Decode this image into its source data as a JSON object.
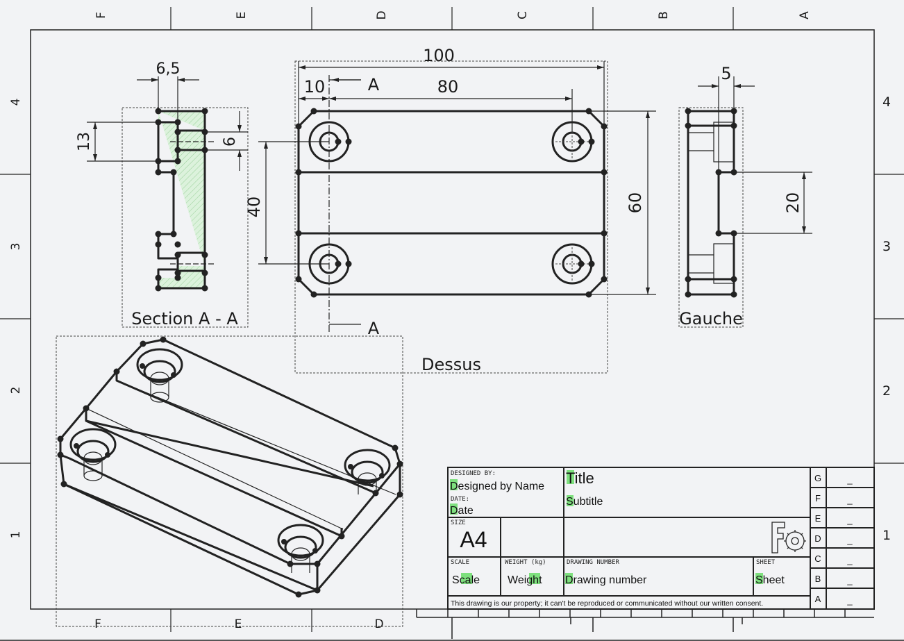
{
  "sheet": {
    "columns_top": [
      "F",
      "E",
      "D",
      "C",
      "B",
      "A"
    ],
    "columns_bottom": [
      "F",
      "E",
      "D"
    ],
    "rows": [
      "4",
      "3",
      "2",
      "1"
    ]
  },
  "views": {
    "section": {
      "label": "Section A - A",
      "dims": {
        "width": "6,5",
        "height": "13",
        "hole": "6"
      }
    },
    "top": {
      "label": "Dessus",
      "dims": {
        "overall": "100",
        "inner": "80",
        "offset": "10",
        "height": "60",
        "holes": "40"
      },
      "section_marker": "A"
    },
    "left": {
      "label": "Gauche",
      "dims": {
        "width": "5",
        "gap": "20"
      }
    },
    "iso": {
      "label": ""
    }
  },
  "title_block": {
    "designed_by_label": "DESIGNED BY:",
    "designed_by": "Designed by Name",
    "date_label": "DATE:",
    "date": "Date",
    "title": "Title",
    "subtitle": "Subtitle",
    "size_label": "SIZE",
    "size": "A4",
    "scale_label": "SCALE",
    "scale": "Scale",
    "weight_label": "WEIGHT (kg)",
    "weight": "Weight",
    "drawing_number_label": "DRAWING NUMBER",
    "drawing_number": "Drawing number",
    "sheet_label": "SHEET",
    "sheet": "Sheet",
    "disclaimer": "This drawing is our property; it can't be reproduced or communicated without our written consent.",
    "revisions": [
      {
        "letter": "G",
        "value": "_"
      },
      {
        "letter": "F",
        "value": "_"
      },
      {
        "letter": "E",
        "value": "_"
      },
      {
        "letter": "D",
        "value": "_"
      },
      {
        "letter": "C",
        "value": "_"
      },
      {
        "letter": "B",
        "value": "_"
      },
      {
        "letter": "A",
        "value": "_"
      }
    ],
    "logo": "freecad-logo-icon",
    "highlight_color": "#7ee07e"
  }
}
